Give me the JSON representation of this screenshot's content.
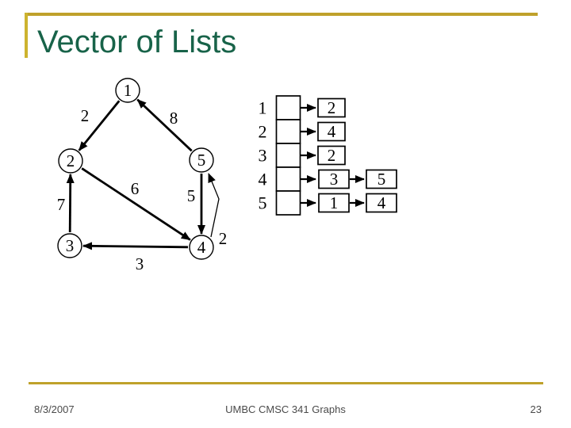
{
  "slide": {
    "title": "Vector of Lists",
    "colors": {
      "accent_gold": "#BFA12B",
      "title_green": "#186349",
      "footer_text": "#4A4A4A",
      "diagram_ink": "#000000",
      "background": "#FFFFFF"
    }
  },
  "graph": {
    "nodes": [
      {
        "label": "1"
      },
      {
        "label": "2"
      },
      {
        "label": "3"
      },
      {
        "label": "4"
      },
      {
        "label": "5"
      }
    ],
    "edges": [
      {
        "from": "1",
        "to": "2",
        "weight": "2"
      },
      {
        "from": "5",
        "to": "1",
        "weight": "8"
      },
      {
        "from": "2",
        "to": "4",
        "weight": "6"
      },
      {
        "from": "3",
        "to": "2",
        "weight": "7"
      },
      {
        "from": "5",
        "to": "4",
        "weight": "5"
      },
      {
        "from": "4",
        "to": "3",
        "weight": "3"
      },
      {
        "from": "4",
        "to": "5",
        "weight": "2"
      }
    ]
  },
  "vector_of_lists": {
    "rows": [
      {
        "index": "1",
        "list": [
          "2"
        ]
      },
      {
        "index": "2",
        "list": [
          "4"
        ]
      },
      {
        "index": "3",
        "list": [
          "2"
        ]
      },
      {
        "index": "4",
        "list": [
          "3",
          "5"
        ]
      },
      {
        "index": "5",
        "list": [
          "1",
          "4"
        ]
      }
    ]
  },
  "footer": {
    "date": "8/3/2007",
    "course": "UMBC CMSC 341 Graphs",
    "page": "23"
  }
}
